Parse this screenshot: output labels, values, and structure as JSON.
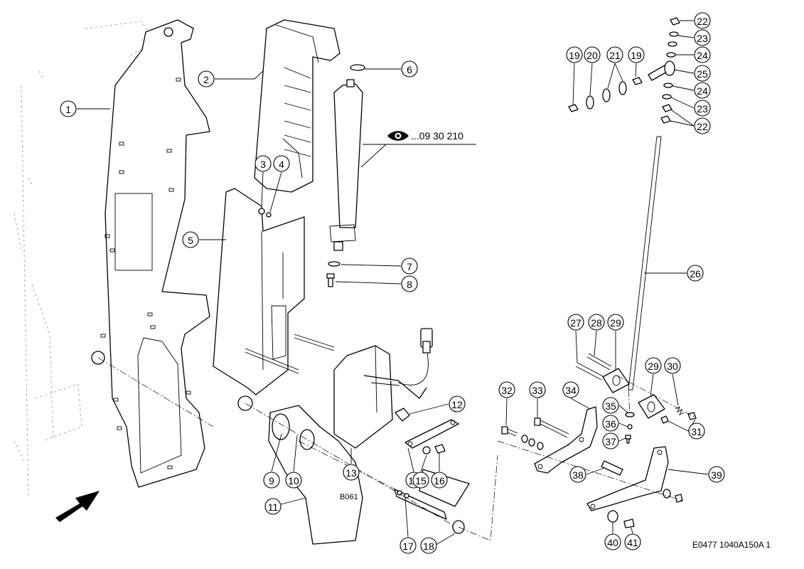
{
  "diagram": {
    "drawing_code": "E0477 1040A150A 1",
    "cross_reference": "...09 30 210",
    "detail_label": "B061",
    "callouts": [
      "1",
      "2",
      "3",
      "4",
      "5",
      "6",
      "7",
      "8",
      "9",
      "10",
      "11",
      "12",
      "13",
      "14",
      "15",
      "16",
      "17",
      "18",
      "19",
      "20",
      "21",
      "19",
      "22",
      "23",
      "24",
      "25",
      "24",
      "23",
      "22",
      "26",
      "27",
      "28",
      "29",
      "29",
      "30",
      "31",
      "32",
      "33",
      "34",
      "35",
      "36",
      "37",
      "38",
      "39",
      "40",
      "41"
    ],
    "icons": [
      "eye-icon",
      "direction-arrow-icon"
    ]
  }
}
